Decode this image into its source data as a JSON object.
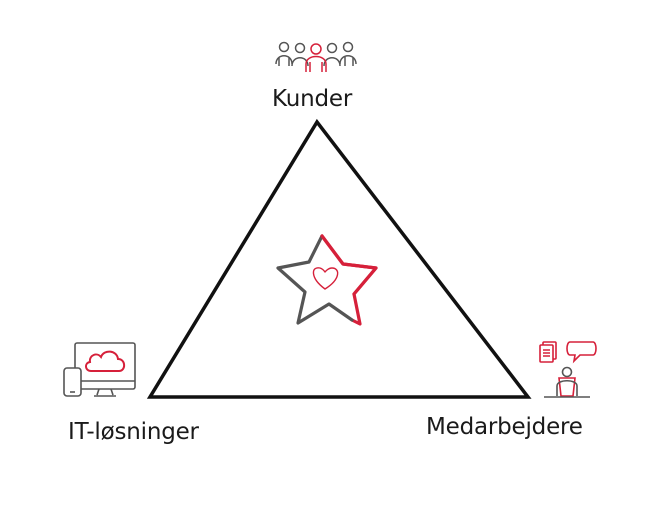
{
  "nodes": {
    "top": {
      "label": "Kunder",
      "icon": "people-group-icon"
    },
    "left": {
      "label": "IT-løsninger",
      "icon": "devices-cloud-icon"
    },
    "right": {
      "label": "Medarbejdere",
      "icon": "employee-desk-icon"
    }
  },
  "center_icon": "star-heart-icon",
  "colors": {
    "accent": "#d6203a",
    "gray": "#555555",
    "line": "#111111",
    "text": "#1a1a1a"
  }
}
